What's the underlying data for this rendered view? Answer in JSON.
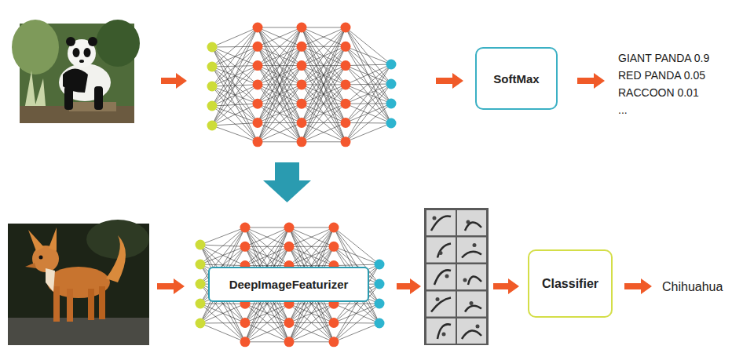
{
  "diagram": {
    "nodes": [
      {
        "text": [
          "SoftMax"
        ]
      },
      {
        "text": [
          "DeepImageFeaturizer"
        ]
      },
      {
        "text": [
          "Classifier"
        ]
      }
    ],
    "labels": [
      "GIANT PANDA 0.9",
      "RED PANDA 0.05",
      "RACCOON 0.01",
      "...",
      "Chihuahua"
    ]
  }
}
